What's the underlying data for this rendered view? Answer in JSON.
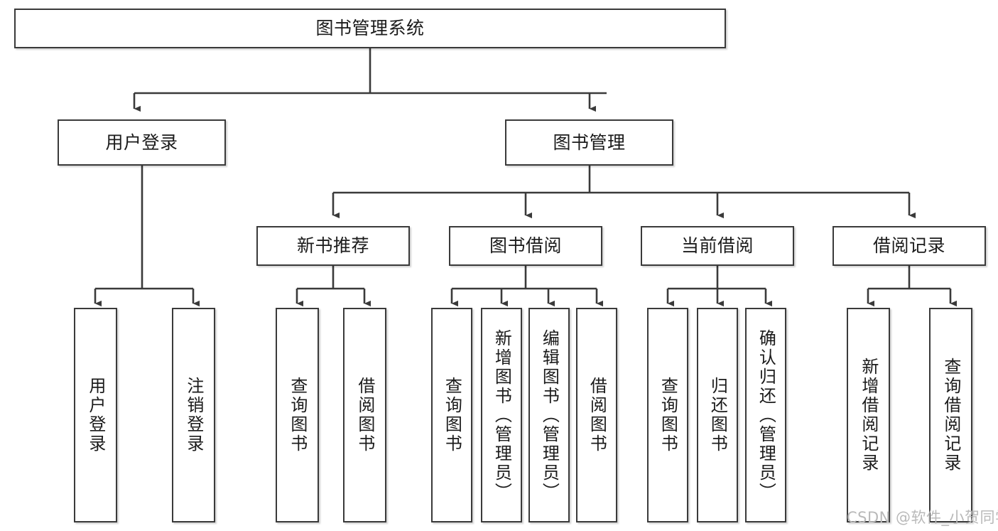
{
  "diagram": {
    "type": "tree-hierarchy-chart",
    "title": "图书管理系统",
    "line_color": "#3a3a3a",
    "box_fill": "#ffffff",
    "text_color": "#1b1b1b",
    "levels": [
      {
        "level": 1,
        "nodes": [
          {
            "id": "root",
            "label": "图书管理系统",
            "orientation": "horizontal"
          }
        ]
      },
      {
        "level": 2,
        "nodes": [
          {
            "id": "login",
            "label": "用户登录",
            "orientation": "horizontal"
          },
          {
            "id": "bookmgmt",
            "label": "图书管理",
            "orientation": "horizontal"
          }
        ]
      },
      {
        "level": 3,
        "nodes": [
          {
            "id": "newbook",
            "label": "新书推荐",
            "orientation": "horizontal"
          },
          {
            "id": "borrow",
            "label": "图书借阅",
            "orientation": "horizontal"
          },
          {
            "id": "current",
            "label": "当前借阅",
            "orientation": "horizontal"
          },
          {
            "id": "records",
            "label": "借阅记录",
            "orientation": "horizontal"
          }
        ]
      },
      {
        "level": 4,
        "nodes": [
          {
            "id": "leaf-user-login",
            "label": "用户登录",
            "orientation": "vertical",
            "parent": "login"
          },
          {
            "id": "leaf-user-logout",
            "label": "注销登录",
            "orientation": "vertical",
            "parent": "login"
          },
          {
            "id": "leaf-query-book-1",
            "label": "查询图书",
            "orientation": "vertical",
            "parent": "newbook"
          },
          {
            "id": "leaf-borrow-book-1",
            "label": "借阅图书",
            "orientation": "vertical",
            "parent": "newbook"
          },
          {
            "id": "leaf-query-book-2",
            "label": "查询图书",
            "orientation": "vertical",
            "parent": "borrow"
          },
          {
            "id": "leaf-add-book",
            "label": "新增图书（管理员）",
            "orientation": "vertical",
            "parent": "borrow"
          },
          {
            "id": "leaf-edit-book",
            "label": "编辑图书（管理员）",
            "orientation": "vertical",
            "parent": "borrow"
          },
          {
            "id": "leaf-borrow-book-2",
            "label": "借阅图书",
            "orientation": "vertical",
            "parent": "borrow"
          },
          {
            "id": "leaf-query-book-3",
            "label": "查询图书",
            "orientation": "vertical",
            "parent": "current"
          },
          {
            "id": "leaf-return-book",
            "label": "归还图书",
            "orientation": "vertical",
            "parent": "current"
          },
          {
            "id": "leaf-confirm-return",
            "label": "确认归还（管理员）",
            "orientation": "vertical",
            "parent": "current"
          },
          {
            "id": "leaf-add-record",
            "label": "新增借阅记录",
            "orientation": "vertical",
            "parent": "records"
          },
          {
            "id": "leaf-query-record",
            "label": "查询借阅记录",
            "orientation": "vertical",
            "parent": "records"
          }
        ]
      }
    ]
  },
  "watermark": {
    "text": "CSDN @软件_小贺同学"
  }
}
